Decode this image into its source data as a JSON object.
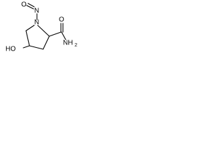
{
  "molecule": {
    "atoms": {
      "nitroso_o": "O",
      "nitroso_n": "N",
      "ring_n": "N",
      "hydroxyl": "HO",
      "carbonyl_o": "O",
      "amide_n": "NH",
      "amide_h_count": "2"
    },
    "colors": {
      "ink": "#000000",
      "background": "#ffffff"
    }
  }
}
